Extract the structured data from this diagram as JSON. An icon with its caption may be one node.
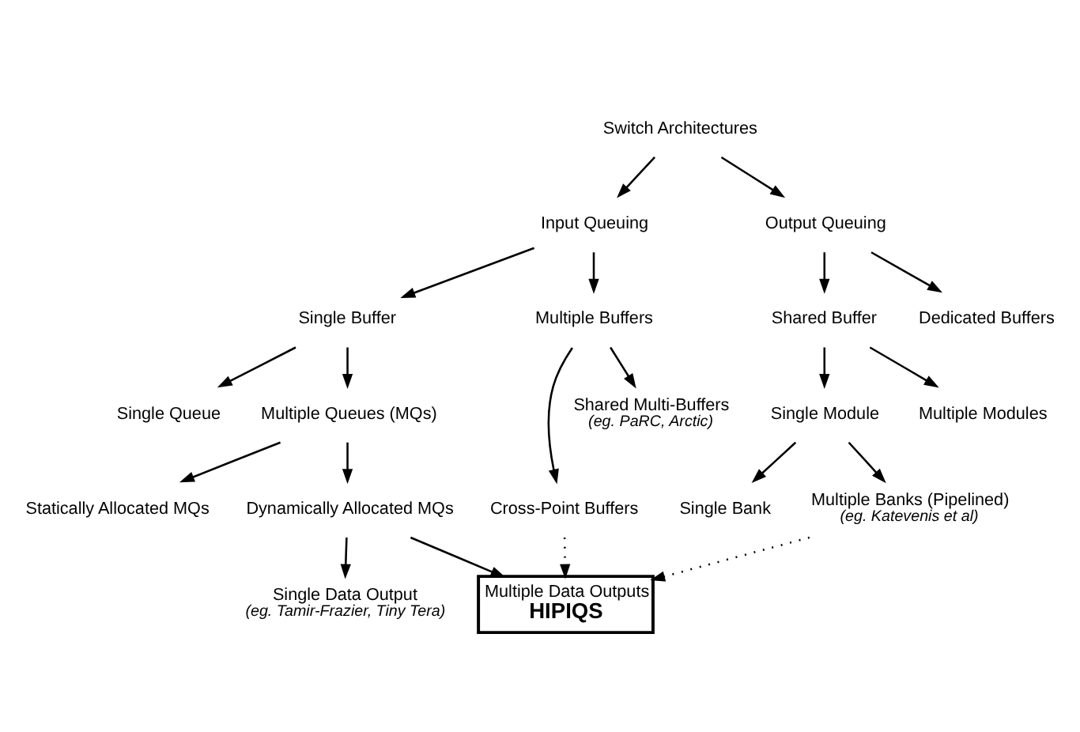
{
  "diagram": {
    "nodes": [
      {
        "text": [
          "Switch Architectures"
        ]
      },
      {
        "text": [
          "Input Queuing"
        ]
      },
      {
        "text": [
          "Output Queuing"
        ]
      },
      {
        "text": [
          "Single Buffer"
        ]
      },
      {
        "text": [
          "Multiple Buffers"
        ]
      },
      {
        "text": [
          "Shared Buffer"
        ]
      },
      {
        "text": [
          "Dedicated Buffers"
        ]
      },
      {
        "text": [
          "Single Queue"
        ]
      },
      {
        "text": [
          "Multiple Queues (MQs)"
        ]
      },
      {
        "text": [
          "Cross-Point Buffers"
        ]
      },
      {
        "text": [
          "Shared Multi-Buffers"
        ],
        "beside": [
          "(eg. PaRC, Arctic)"
        ]
      },
      {
        "text": [
          "Single Module"
        ]
      },
      {
        "text": [
          "Multiple Modules"
        ]
      },
      {
        "text": [
          "Statically Allocated MQs"
        ]
      },
      {
        "text": [
          "Dynamically Allocated MQs"
        ]
      },
      {
        "text": [
          "Single Bank"
        ]
      },
      {
        "text": [
          "Multiple Banks (Pipelined)"
        ],
        "beside": [
          "(eg. Katevenis et al)"
        ]
      },
      {
        "text": [
          "Single Data Output"
        ],
        "beside": [
          "(eg. Tamir-Frazier, Tiny Tera)"
        ]
      },
      {
        "text": [
          "Multiple Data Outputs",
          "HIPIQS"
        ]
      }
    ],
    "edges": [
      {
        "from": 0,
        "to": 1,
        "arrow": "to"
      },
      {
        "from": 0,
        "to": 2,
        "arrow": "to"
      },
      {
        "from": 1,
        "to": 3,
        "arrow": "to"
      },
      {
        "from": 1,
        "to": 4,
        "arrow": "to"
      },
      {
        "from": 2,
        "to": 5,
        "arrow": "to"
      },
      {
        "from": 2,
        "to": 6,
        "arrow": "to"
      },
      {
        "from": 3,
        "to": 7,
        "arrow": "to"
      },
      {
        "from": 3,
        "to": 8,
        "arrow": "to"
      },
      {
        "from": 4,
        "to": 9,
        "arrow": "to"
      },
      {
        "from": 4,
        "to": 10,
        "arrow": "to"
      },
      {
        "from": 5,
        "to": 11,
        "arrow": "to"
      },
      {
        "from": 5,
        "to": 12,
        "arrow": "to"
      },
      {
        "from": 8,
        "to": 13,
        "arrow": "to"
      },
      {
        "from": 8,
        "to": 14,
        "arrow": "to"
      },
      {
        "from": 11,
        "to": 15,
        "arrow": "to"
      },
      {
        "from": 11,
        "to": 16,
        "arrow": "to"
      },
      {
        "from": 14,
        "to": 17,
        "arrow": "to"
      },
      {
        "from": 14,
        "to": 18,
        "arrow": "to"
      },
      {
        "from": 9,
        "to": 18,
        "arrow": "to",
        "style": "dashed"
      },
      {
        "from": 16,
        "to": 18,
        "arrow": "to",
        "style": "dashed"
      }
    ]
  }
}
